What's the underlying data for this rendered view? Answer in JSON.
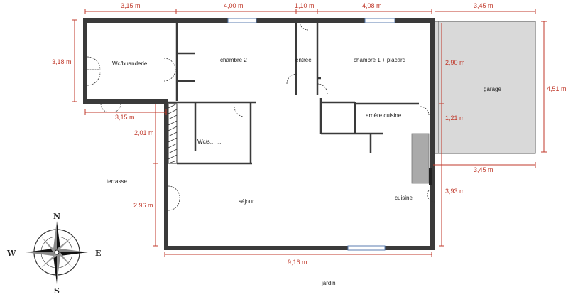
{
  "dimensions": {
    "top": [
      "3,15 m",
      "4,00 m",
      "1,10 m",
      "4,08 m",
      "3,45 m"
    ],
    "left_wc": "3,18 m",
    "left_wc_bottom": "3,15 m",
    "left_mid": "2,01 m",
    "left_sejour": "2,96 m",
    "right_chambre": "2,90 m",
    "right_arriere": "1,21 m",
    "right_cuisine": "3,93 m",
    "garage_height": "4,51 m",
    "garage_width": "3,45 m",
    "bottom": "9,16 m"
  },
  "rooms": {
    "wc_buanderie": "Wc/buanderie",
    "chambre2": "chambre 2",
    "entree": "entrée",
    "chambre1": "chambre 1 + placard",
    "garage": "garage",
    "arriere_cuisine": "arrière cuisine",
    "wc_small": "Wc/s... ...",
    "terrasse": "terrasse",
    "sejour": "séjour",
    "cuisine": "cuisine",
    "jardin": "jardin"
  },
  "compass": {
    "n": "N",
    "s": "S",
    "e": "E",
    "w": "W"
  },
  "colors": {
    "wall": "#3a3a3a",
    "dimension": "#c0392b",
    "garage_fill": "#d9d9d9"
  }
}
